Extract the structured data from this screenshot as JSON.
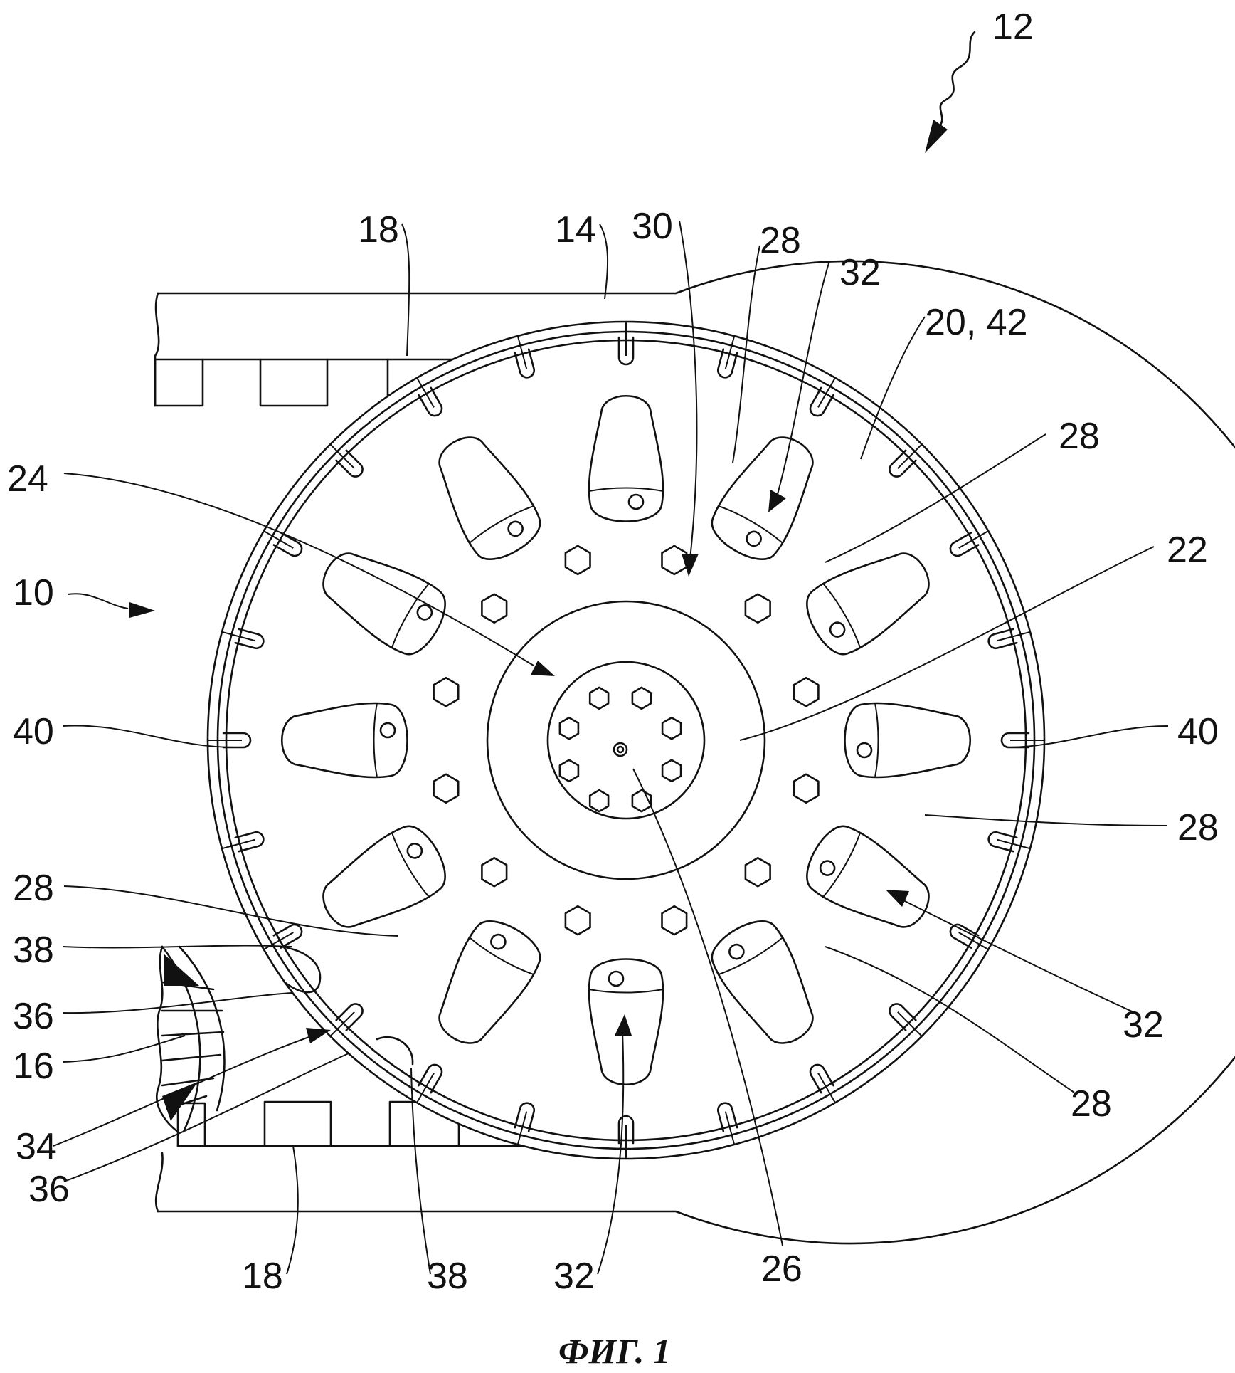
{
  "figure": {
    "caption": "ФИГ. 1",
    "labels": [
      {
        "id": "l12",
        "text": "12"
      },
      {
        "id": "l18a",
        "text": "18"
      },
      {
        "id": "l14",
        "text": "14"
      },
      {
        "id": "l30",
        "text": "30"
      },
      {
        "id": "l28a",
        "text": "28"
      },
      {
        "id": "l32a",
        "text": "32"
      },
      {
        "id": "l2042",
        "text": "20, 42"
      },
      {
        "id": "l28b",
        "text": "28"
      },
      {
        "id": "l24",
        "text": "24"
      },
      {
        "id": "l22",
        "text": "22"
      },
      {
        "id": "l10",
        "text": "10"
      },
      {
        "id": "l40a",
        "text": "40"
      },
      {
        "id": "l40b",
        "text": "40"
      },
      {
        "id": "l28c",
        "text": "28"
      },
      {
        "id": "l28d",
        "text": "28"
      },
      {
        "id": "l38a",
        "text": "38"
      },
      {
        "id": "l36a",
        "text": "36"
      },
      {
        "id": "l16",
        "text": "16"
      },
      {
        "id": "l32b",
        "text": "32"
      },
      {
        "id": "l34",
        "text": "34"
      },
      {
        "id": "l28e",
        "text": "28"
      },
      {
        "id": "l36b",
        "text": "36"
      },
      {
        "id": "l18b",
        "text": "18"
      },
      {
        "id": "l38b",
        "text": "38"
      },
      {
        "id": "l32c",
        "text": "32"
      },
      {
        "id": "l26",
        "text": "26"
      }
    ]
  }
}
